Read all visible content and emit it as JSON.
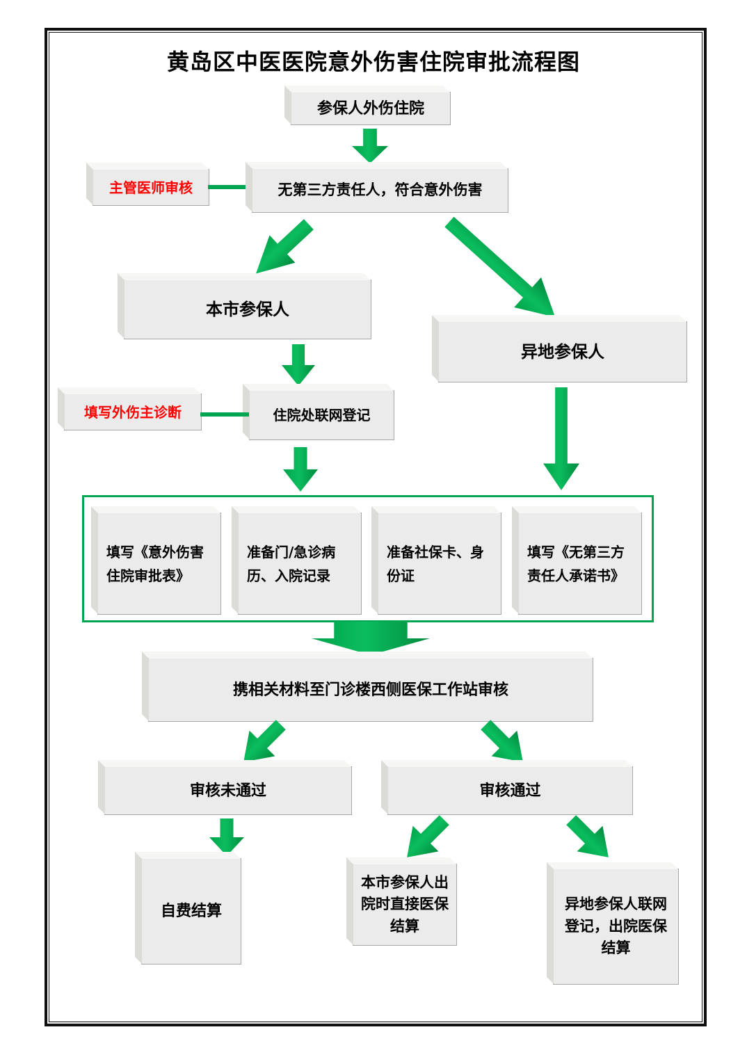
{
  "title": "黄岛区中医医院意外伤害住院审批流程图",
  "nodes": {
    "start": "参保人外伤住院",
    "supervisor_label": "主管医师审核",
    "no_third_party": "无第三方责任人，符合意外伤害",
    "local_insured": "本市参保人",
    "remote_insured": "异地参保人",
    "fill_diagnosis_label": "填写外伤主诊断",
    "online_registration": "住院处联网登记",
    "material_1": "填写《意外伤害住院审批表》",
    "material_2": "准备门/急诊病历、入院记录",
    "material_3": "准备社保卡、身份证",
    "material_4": "填写《无第三方责任人承诺书》",
    "workstation_review": "携相关材料至门诊楼西侧医保工作站审核",
    "review_failed": "审核未通过",
    "review_passed": "审核通过",
    "self_pay": "自费结算",
    "local_settlement": "本市参保人出院时直接医保结算",
    "remote_settlement": "异地参保人联网登记，出院医保结算"
  },
  "colors": {
    "arrow_green": "#00A551",
    "label_red": "#FF0000",
    "box_fill": "#EBEBEB",
    "group_border": "#00A551"
  }
}
